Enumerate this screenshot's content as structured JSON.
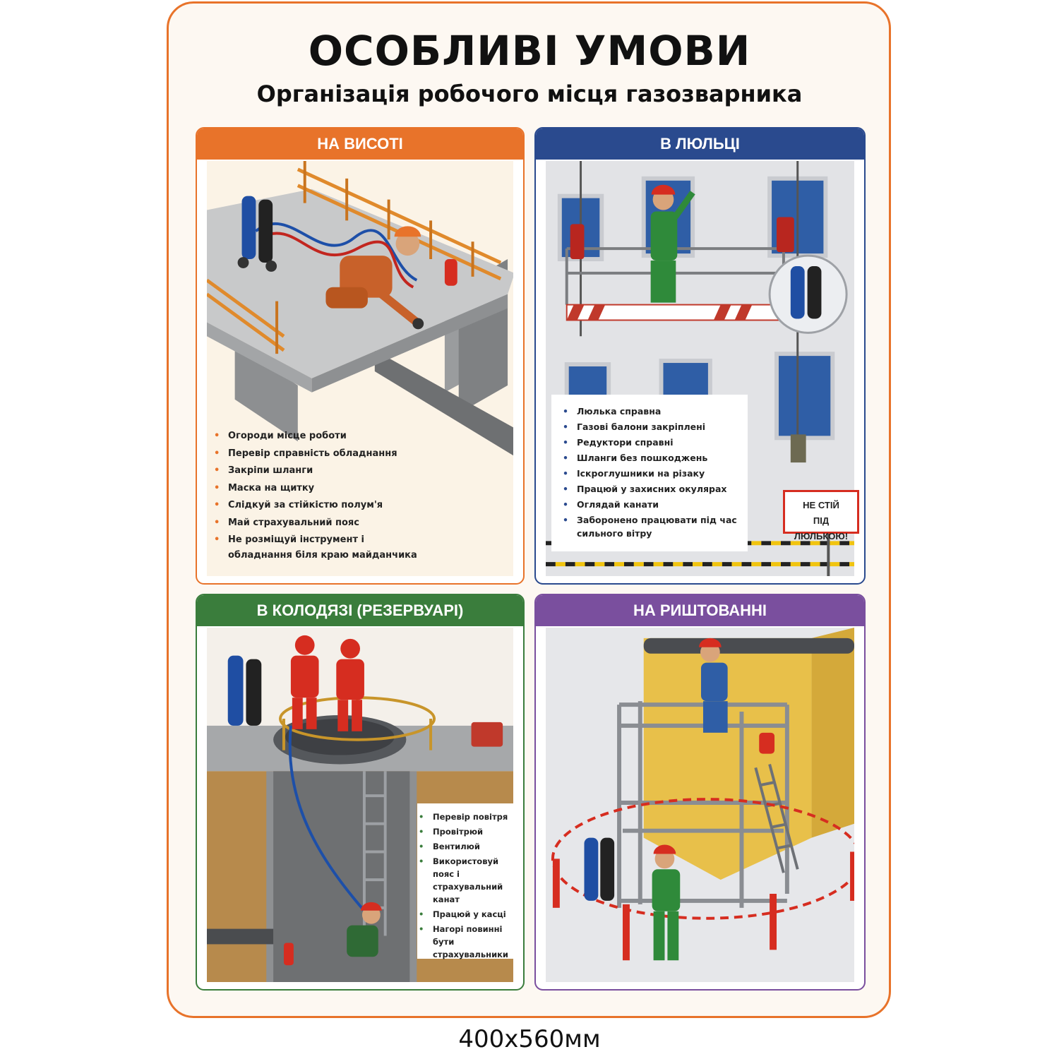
{
  "title": "ОСОБЛИВІ УМОВИ",
  "subtitle": "Організація робочого місця газозварника",
  "size_caption": "400x560мм",
  "colors": {
    "frame": "#e8732a",
    "panel1": "#e8732a",
    "panel2": "#2a4a8e",
    "panel3": "#3a7d3c",
    "panel4": "#7a4f9e"
  },
  "panels": [
    {
      "header": "НА ВИСОТІ",
      "bullet_color": "#e8732a",
      "items": [
        "Огороди місце роботи",
        "Перевір справність обладнання",
        "Закріпи шланги",
        "Маска на щитку",
        "Слідкуй за стійкістю полум'я",
        "Май страхувальний пояс",
        "Не розміщуй інструмент і обладнання біля краю майданчика"
      ]
    },
    {
      "header": "В ЛЮЛЬЦІ",
      "bullet_color": "#2a4a8e",
      "items": [
        "Люлька справна",
        "Газові балони закріплені",
        "Редуктори справні",
        "Шланги без пошкоджень",
        "Іскроглушники на різаку",
        "Працюй у захисних окулярах",
        "Оглядай канати",
        "Заборонено працювати під час сильного вітру"
      ],
      "sign": [
        "НЕ СТІЙ",
        "ПІД ЛЮЛЬКОЮ!"
      ]
    },
    {
      "header": "В КОЛОДЯЗІ (РЕЗЕРВУАРІ)",
      "bullet_color": "#3a7d3c",
      "items": [
        "Перевір повітря",
        "Провітрюй",
        "Вентилюй",
        "Використовуй пояс і страхувальний канат",
        "Працюй у касці",
        "Нагорі повинні бути страхувальники"
      ]
    },
    {
      "header": "НА РИШТОВАННІ",
      "bullet_color": "#7a4f9e",
      "items": []
    }
  ]
}
